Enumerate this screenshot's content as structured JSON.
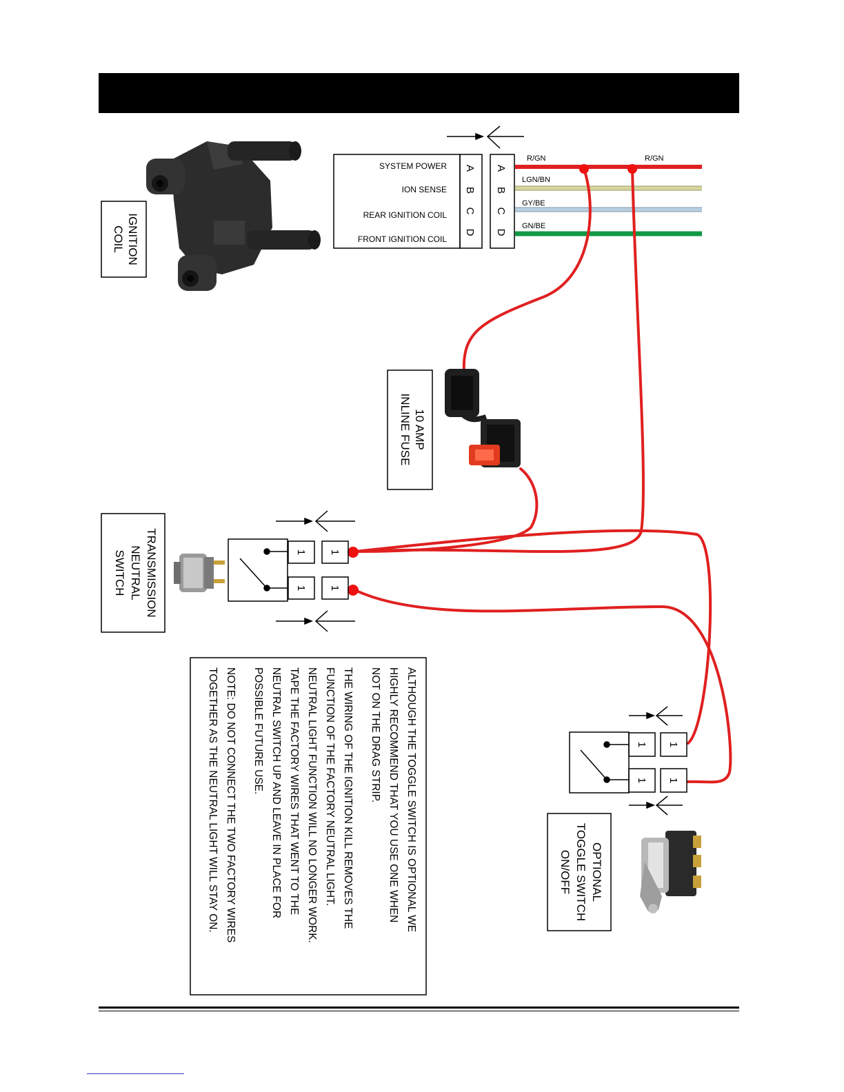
{
  "labels": {
    "ignition_coil": [
      "IGNITION",
      "COIL"
    ],
    "inline_fuse": [
      "10 AMP",
      "INLINE FUSE"
    ],
    "neutral_switch": [
      "TRANSMISSION",
      "NEUTRAL",
      "SWITCH"
    ],
    "toggle_switch": [
      "OPTIONAL",
      "TOGGLE SWITCH",
      "ON/OFF"
    ]
  },
  "connector": {
    "pin_functions": [
      "SYSTEM POWER",
      "ION SENSE",
      "REAR IGNITION COIL",
      "FRONT IGNITION COIL"
    ],
    "pin_letters": [
      "A",
      "B",
      "C",
      "D"
    ]
  },
  "wires": [
    {
      "label": "R/GN",
      "color": "#e02020"
    },
    {
      "label": "LGN/BN",
      "color": "#d6d6a0"
    },
    {
      "label": "GY/BE",
      "color": "#b7cfe0"
    },
    {
      "label": "GN/BE",
      "color": "#119944"
    }
  ],
  "wire_label_secondary": "R/GN",
  "pin_number": "1",
  "colors": {
    "harness_red": "#e02020",
    "splice_red": "#ee1111"
  },
  "note": [
    "ALTHOUGH THE TOGGLE SWITCH IS OPTIONAL WE",
    "HIGHLY RECOMMEND THAT YOU USE ONE WHEN",
    "NOT ON THE DRAG STRIP.",
    "THE WIRING OF THE IGNITION KILL REMOVES THE",
    "FUNCTION OF THE FACTORY NEUTRAL LIGHT.",
    "NEUTRAL LIGHT FUNCTION WILL NO LONGER WORK.",
    "TAPE THE FACTORY WIRES THAT WENT TO THE",
    "NEUTRAL SWITCH UP AND LEAVE IN PLACE FOR",
    "POSSIBLE FUTURE USE.",
    "NOTE:  DO NOT CONNECT THE TWO FACTORY WIRES",
    "TOGETHER AS THE NEUTRAL LIGHT WILL STAY ON."
  ]
}
